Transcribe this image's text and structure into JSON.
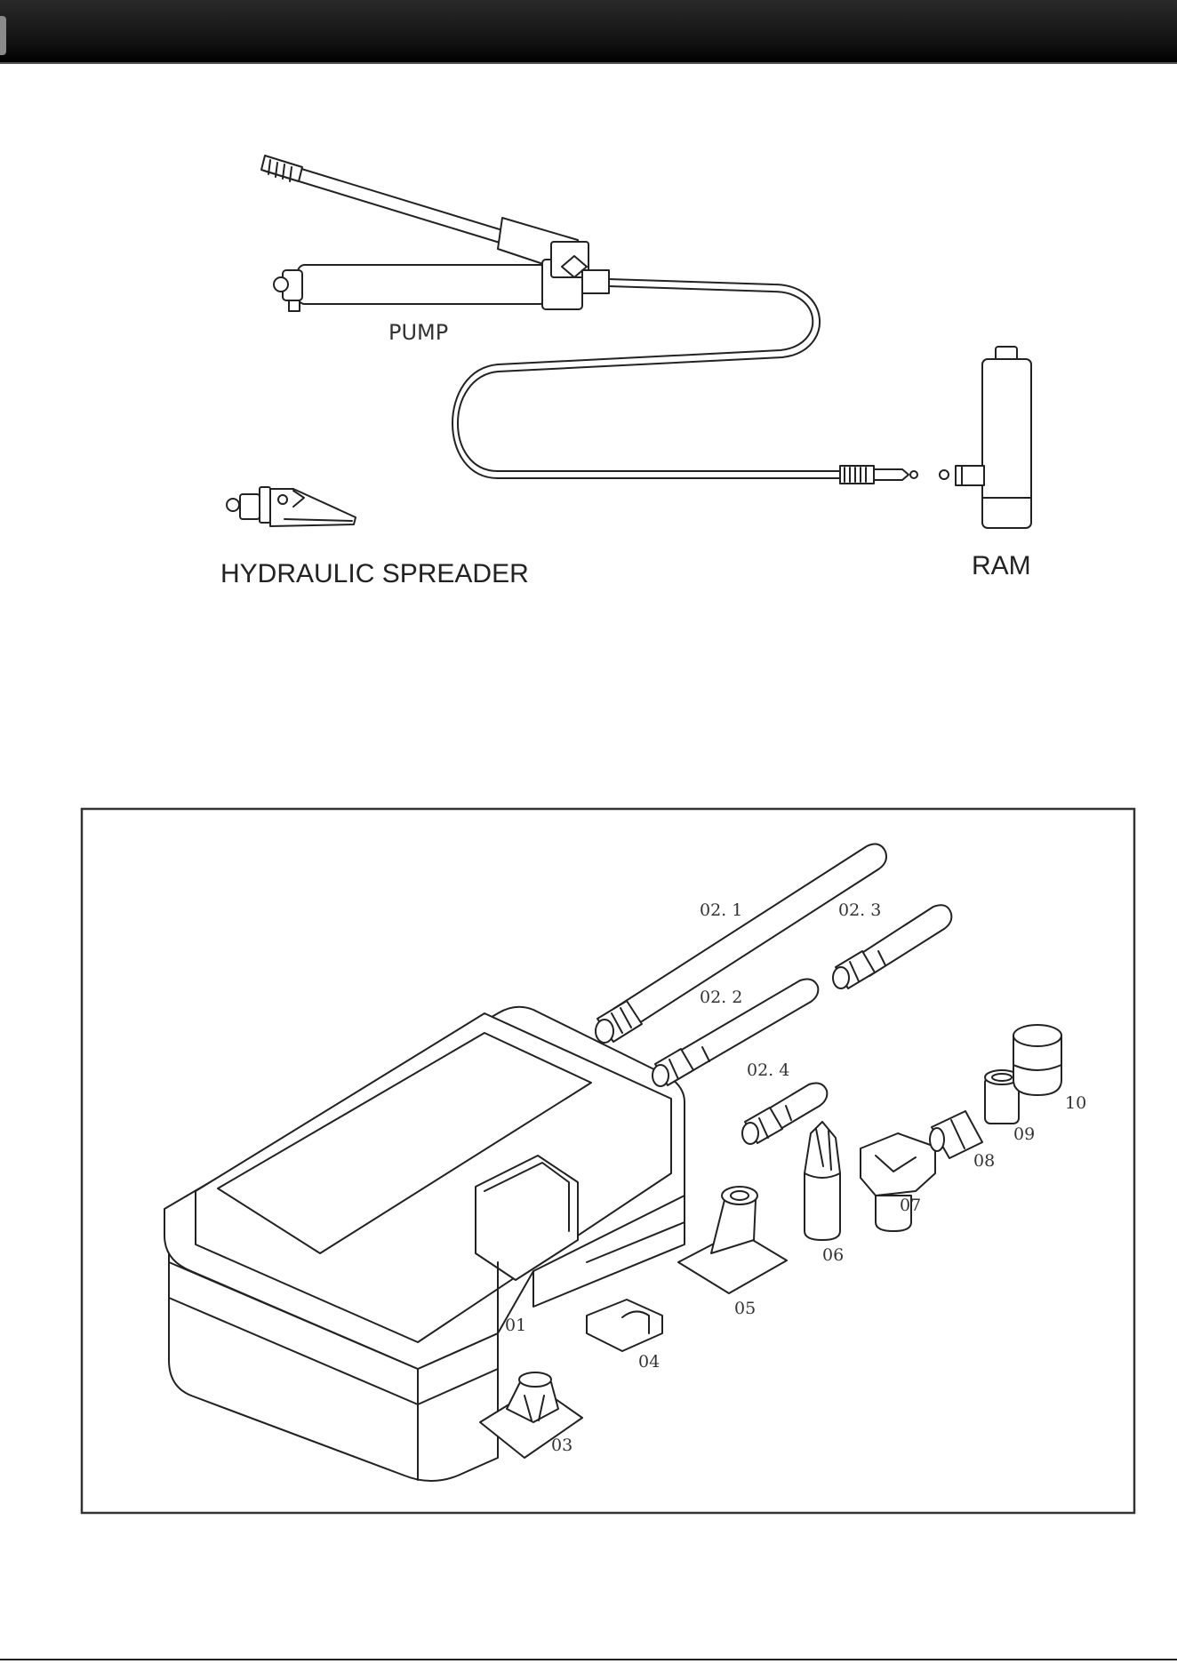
{
  "assembly": {
    "pump_label": "PUMP",
    "spreader_label": "HYDRAULIC SPREADER",
    "ram_label": "RAM"
  },
  "kit": {
    "part_labels": {
      "p01": "01",
      "p02_1": "02. 1",
      "p02_2": "02. 2",
      "p02_3": "02. 3",
      "p02_4": "02. 4",
      "p03": "03",
      "p04": "04",
      "p05": "05",
      "p06": "06",
      "p07": "07",
      "p08": "08",
      "p09": "09",
      "p10": "10"
    }
  },
  "colors": {
    "header": "#111111",
    "line": "#222222",
    "background": "#ffffff"
  }
}
